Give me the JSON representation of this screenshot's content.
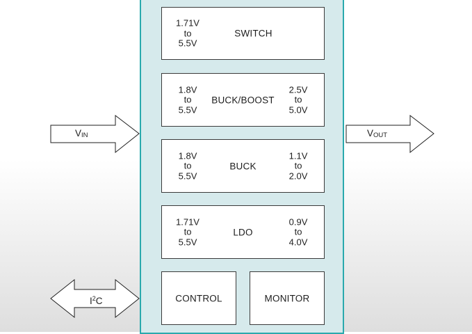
{
  "blocks": {
    "switch": {
      "label": "SWITCH",
      "input": [
        "1.71V",
        "to",
        "5.5V"
      ]
    },
    "buck_boost": {
      "label": "BUCK/BOOST",
      "input": [
        "1.8V",
        "to",
        "5.5V"
      ],
      "output": [
        "2.5V",
        "to",
        "5.0V"
      ]
    },
    "buck": {
      "label": "BUCK",
      "input": [
        "1.8V",
        "to",
        "5.5V"
      ],
      "output": [
        "1.1V",
        "to",
        "2.0V"
      ]
    },
    "ldo": {
      "label": "LDO",
      "input": [
        "1.71V",
        "to",
        "5.5V"
      ],
      "output": [
        "0.9V",
        "to",
        "4.0V"
      ]
    },
    "control": {
      "label": "CONTROL"
    },
    "monitor": {
      "label": "MONITOR"
    }
  },
  "signals": {
    "vin": {
      "main": "V",
      "sub": "IN"
    },
    "vout": {
      "main": "V",
      "sub": "OUT"
    },
    "i2c": {
      "pre": "I",
      "sup": "2",
      "post": "C"
    }
  },
  "colors": {
    "panel_fill": "#d6eaec",
    "panel_border": "#2aa9ad",
    "block_border": "#3a3a3a"
  }
}
